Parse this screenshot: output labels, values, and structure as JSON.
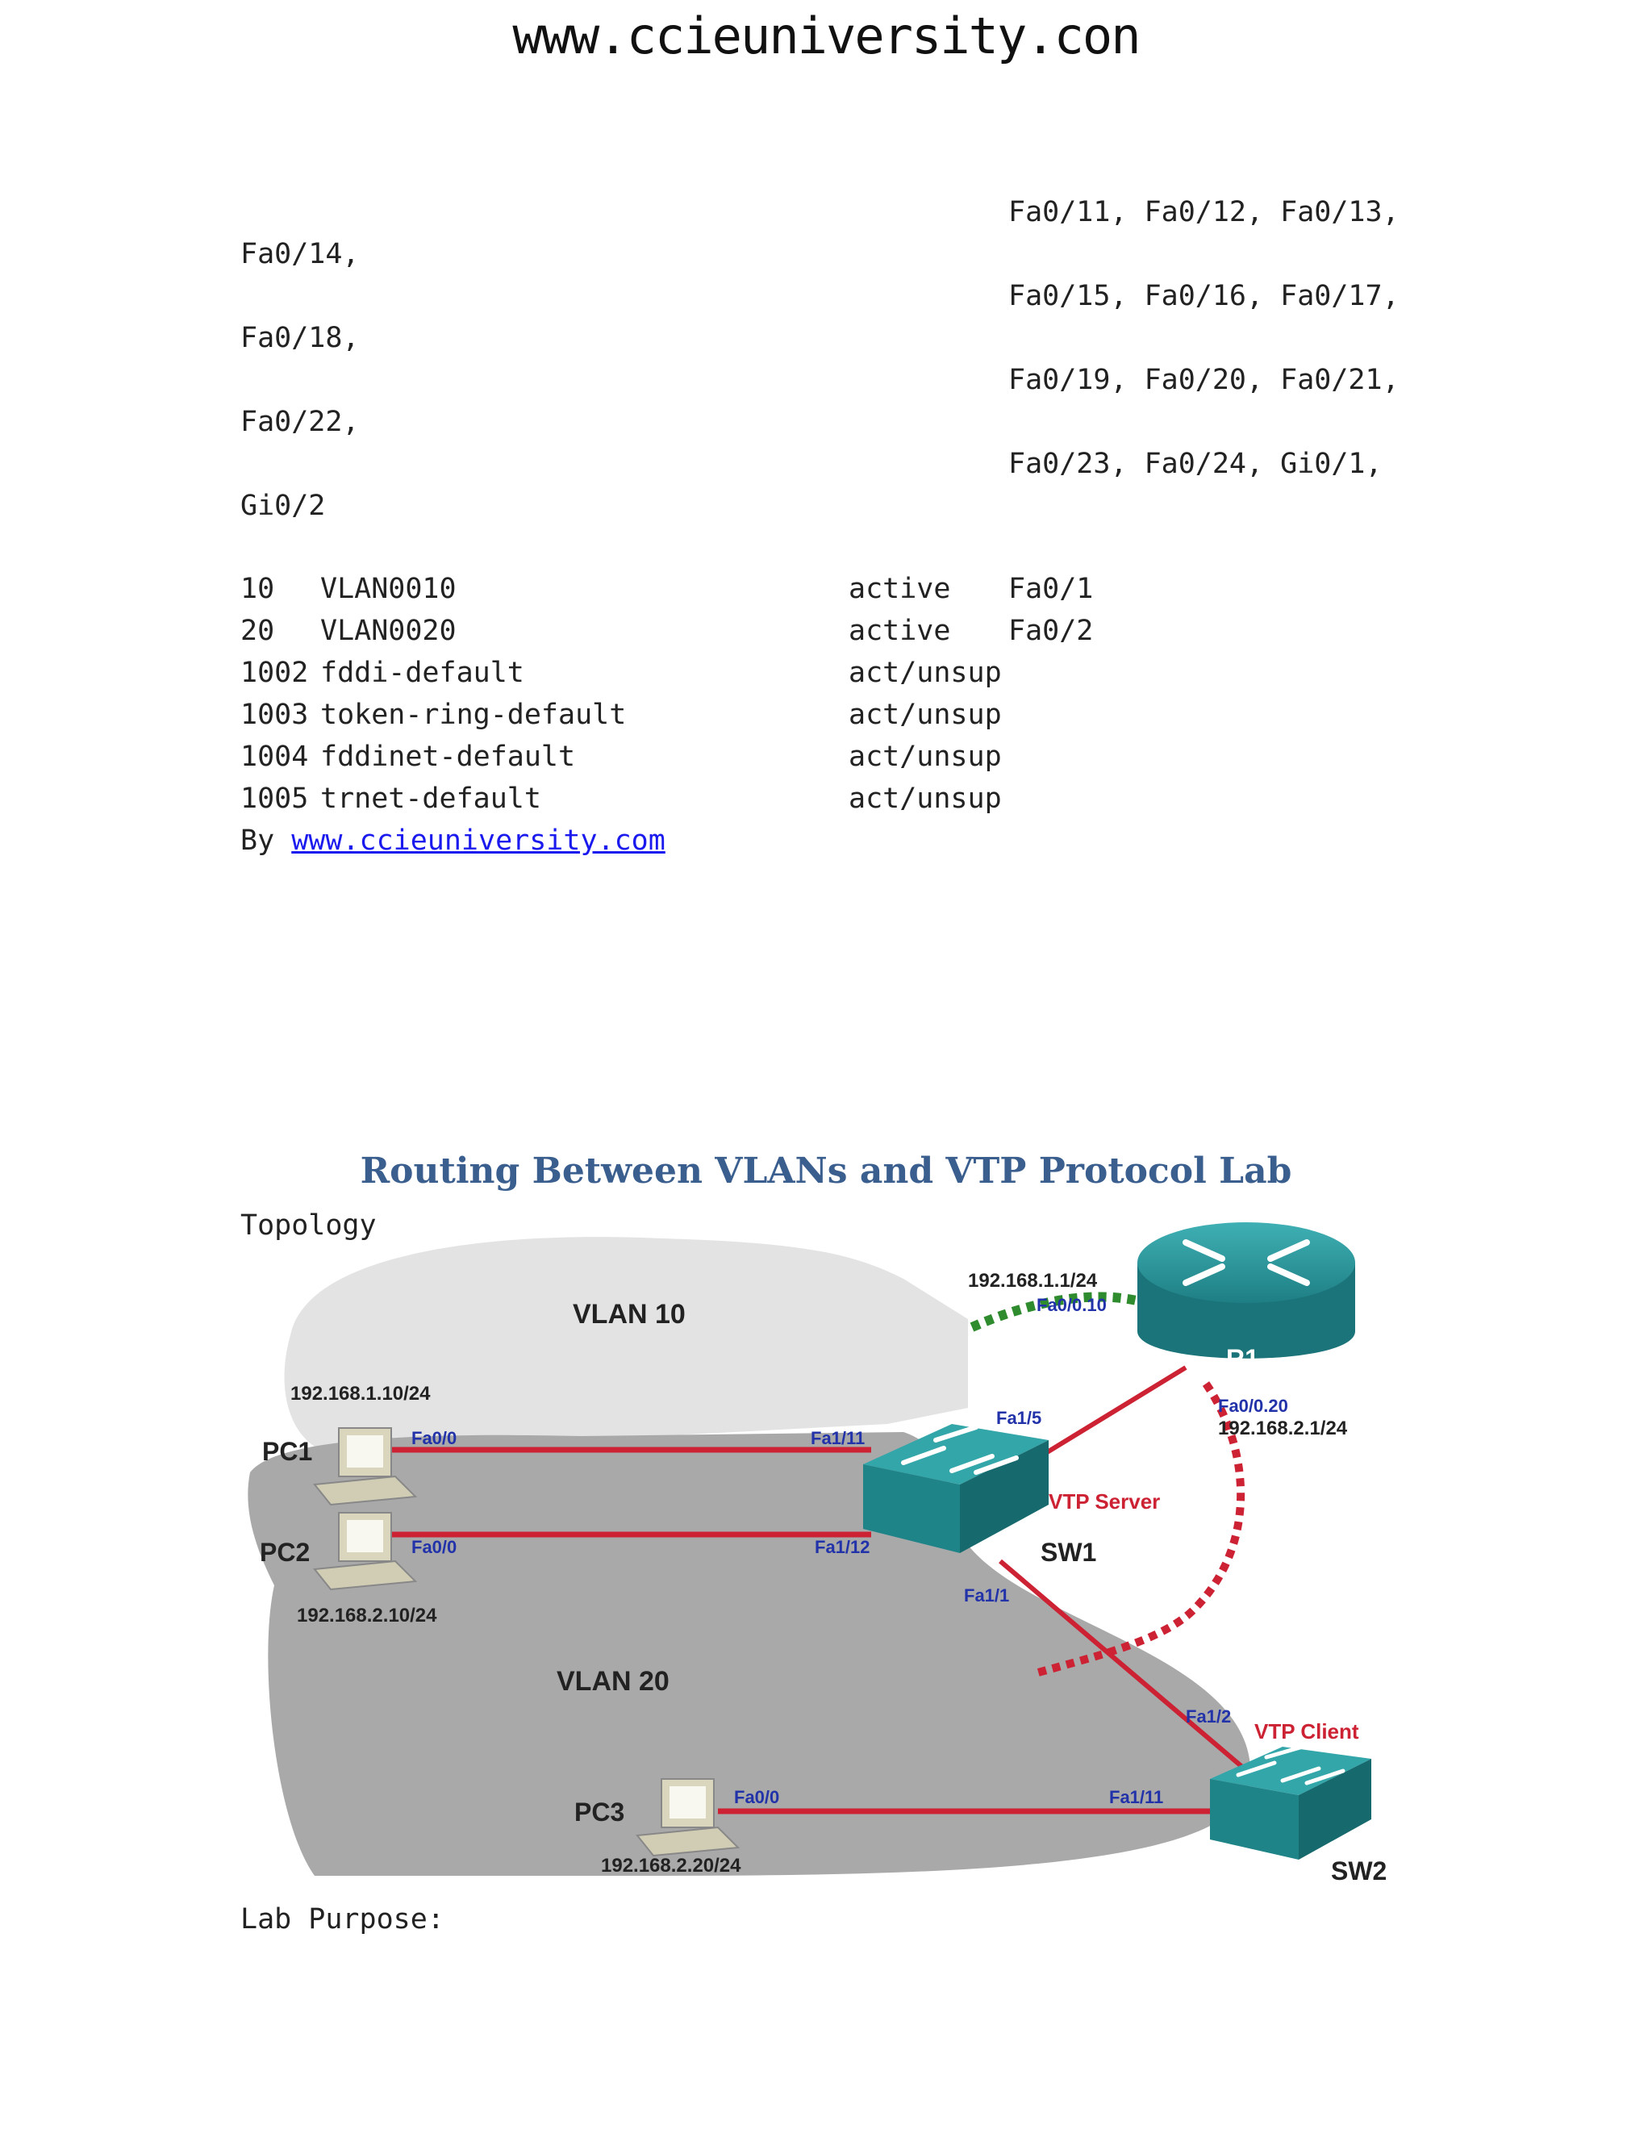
{
  "header": {
    "site": "www.ccieuniversity.con"
  },
  "port_listing": {
    "lines": [
      {
        "right": "Fa0/11, Fa0/12, Fa0/13,",
        "left": "Fa0/14,"
      },
      {
        "right": "Fa0/15, Fa0/16, Fa0/17,",
        "left": "Fa0/18,"
      },
      {
        "right": "Fa0/19, Fa0/20, Fa0/21,",
        "left": "Fa0/22,"
      },
      {
        "right": "Fa0/23, Fa0/24, Gi0/1,",
        "left": "Gi0/2"
      }
    ]
  },
  "vlan_table": {
    "rows": [
      {
        "id": "10",
        "name": "VLAN0010",
        "status": "active",
        "ports": "Fa0/1"
      },
      {
        "id": "20",
        "name": "VLAN0020",
        "status": "active",
        "ports": "Fa0/2"
      },
      {
        "id": "1002",
        "name": "fddi-default",
        "status": "act/unsup",
        "ports": ""
      },
      {
        "id": "1003",
        "name": "token-ring-default",
        "status": "act/unsup",
        "ports": ""
      },
      {
        "id": "1004",
        "name": "fddinet-default",
        "status": "act/unsup",
        "ports": ""
      },
      {
        "id": "1005",
        "name": "trnet-default",
        "status": "act/unsup",
        "ports": ""
      }
    ]
  },
  "byline": {
    "prefix": "By ",
    "link": "www.ccieuniversity.com"
  },
  "section": {
    "title": "Routing Between VLANs and VTP Protocol Lab",
    "topology_label": "Topology",
    "purpose_label": "Lab Purpose:"
  },
  "diagram": {
    "vlan10": "VLAN 10",
    "vlan20": "VLAN 20",
    "pc1": {
      "name": "PC1",
      "ip": "192.168.1.10/24",
      "port": "Fa0/0"
    },
    "pc2": {
      "name": "PC2",
      "ip": "192.168.2.10/24",
      "port": "Fa0/0"
    },
    "pc3": {
      "name": "PC3",
      "ip": "192.168.2.20/24",
      "port": "Fa0/0"
    },
    "r1": {
      "name": "R1",
      "sub10_ip": "192.168.1.1/24",
      "sub10_port": "Fa0/0.10",
      "sub20_port": "Fa0/0.20",
      "sub20_ip": "192.168.2.1/24"
    },
    "sw1": {
      "name": "SW1",
      "role": "VTP Server",
      "p11": "Fa1/11",
      "p12": "Fa1/12",
      "p5": "Fa1/5",
      "p1": "Fa1/1"
    },
    "sw2": {
      "name": "SW2",
      "role": "VTP Client",
      "p2": "Fa1/2",
      "p11": "Fa1/11"
    },
    "colors": {
      "link": "#cc2233",
      "port_label": "#2233aa",
      "role_label": "#cc2233",
      "teal": "#1e8a8e",
      "vlan10_zone": "#e3e3e3",
      "vlan20_zone": "#a9a9a9",
      "vlan10_trunk": "#2e8b2e"
    }
  }
}
